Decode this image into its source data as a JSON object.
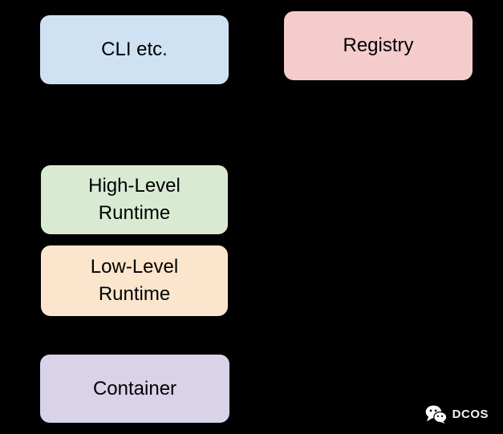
{
  "diagram": {
    "background": "#000000",
    "boxes": [
      {
        "id": "cli",
        "label": "CLI etc.",
        "color": "#cfe2f3"
      },
      {
        "id": "registry",
        "label": "Registry",
        "color": "#f4cccc"
      },
      {
        "id": "high-level-runtime",
        "label": "High-Level\nRuntime",
        "color": "#d9ead3"
      },
      {
        "id": "low-level-runtime",
        "label": "Low-Level\nRuntime",
        "color": "#fce5cd"
      },
      {
        "id": "container",
        "label": "Container",
        "color": "#d9d2e9"
      }
    ]
  },
  "watermark": {
    "brand": "DCOS",
    "icon": "wechat-icon",
    "text_color": "#f2f2f2"
  }
}
